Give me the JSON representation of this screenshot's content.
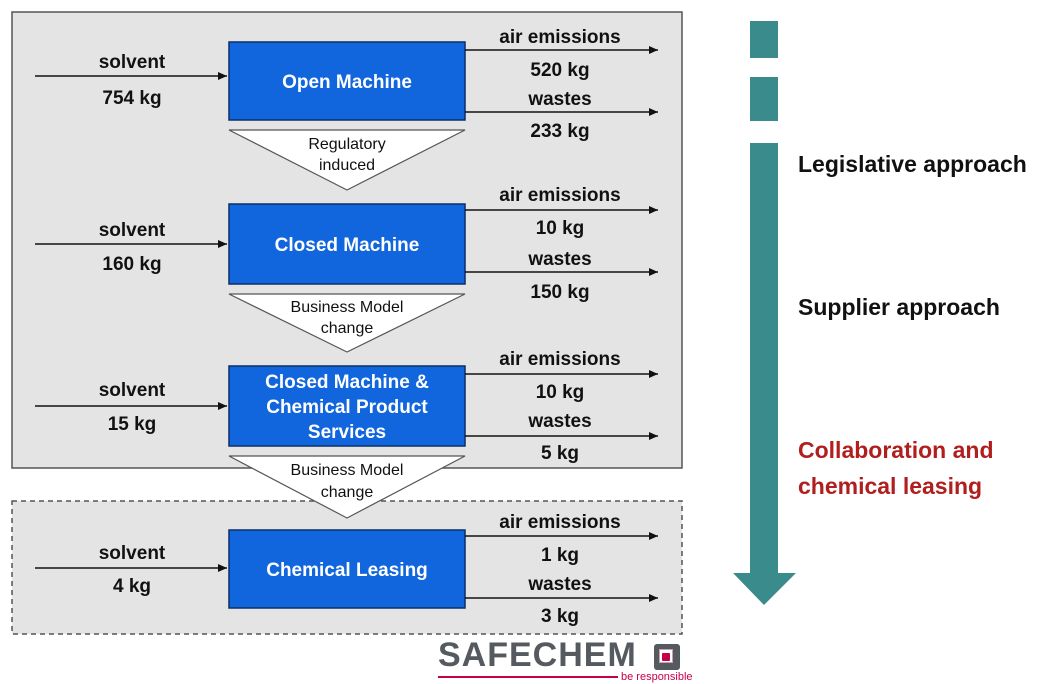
{
  "stages": [
    {
      "box": [
        "Open Machine"
      ],
      "input_label": "solvent",
      "input_value": "754 kg",
      "air_label": "air emissions",
      "air_value": "520 kg",
      "waste_label": "wastes",
      "waste_value": "233 kg"
    },
    {
      "box": [
        "Closed Machine"
      ],
      "input_label": "solvent",
      "input_value": "160 kg",
      "air_label": "air emissions",
      "air_value": "10 kg",
      "waste_label": "wastes",
      "waste_value": "150 kg"
    },
    {
      "box": [
        "Closed Machine &",
        "Chemical Product",
        "Services"
      ],
      "input_label": "solvent",
      "input_value": "15 kg",
      "air_label": "air emissions",
      "air_value": "10 kg",
      "waste_label": "wastes",
      "waste_value": "5 kg"
    },
    {
      "box": [
        "Chemical Leasing"
      ],
      "input_label": "solvent",
      "input_value": "4 kg",
      "air_label": "air emissions",
      "air_value": "1 kg",
      "waste_label": "wastes",
      "waste_value": "3 kg"
    }
  ],
  "transitions": [
    [
      "Regulatory",
      "induced"
    ],
    [
      "Business Model",
      "change"
    ],
    [
      "Business Model",
      "change"
    ]
  ],
  "approaches": {
    "legislative": "Legislative approach",
    "supplier": "Supplier approach",
    "collaboration_line1": "Collaboration and",
    "collaboration_line2": "chemical leasing"
  },
  "logo": {
    "name": "SAFECHEM",
    "tagline": "be responsible"
  },
  "colors": {
    "box": "#1166dd",
    "arrow": "#3a8b8b",
    "panel": "#e4e4e4",
    "collaboration": "#b01e1e"
  }
}
